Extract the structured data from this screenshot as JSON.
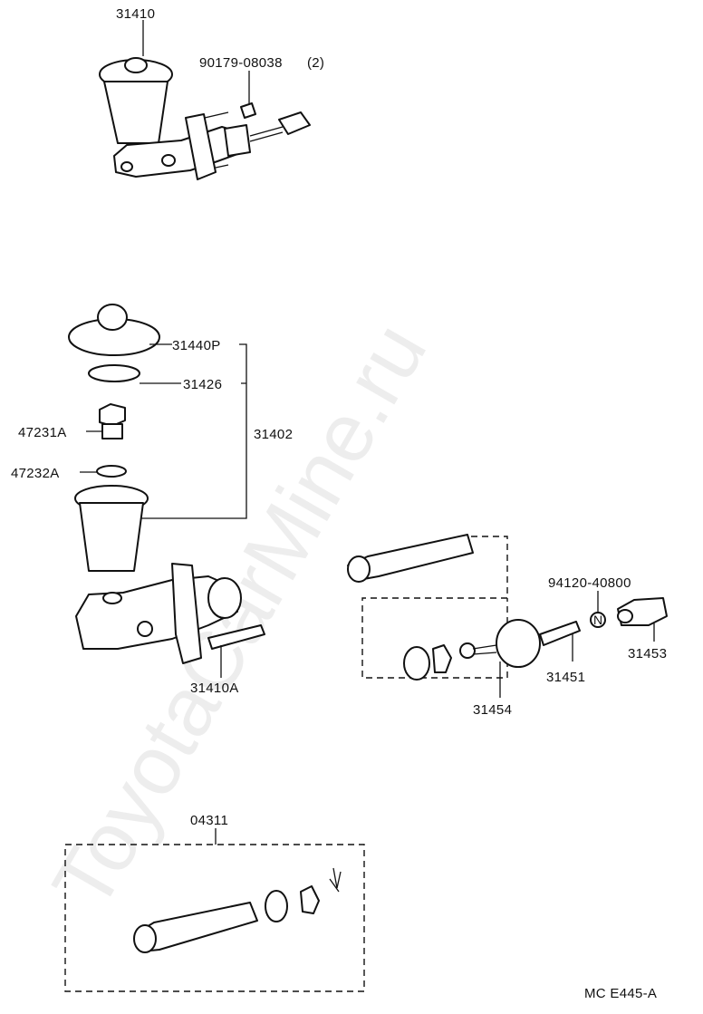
{
  "watermark": "ToyotaCarMine.ru",
  "callouts": {
    "master_cylinder_assy": "31410",
    "nut": "90179-08038",
    "nut_qty": "(2)",
    "reservoir_cap": "31440P",
    "cap_diaphragm": "31426",
    "kit_bracket": "31402",
    "union_bolt": "47231A",
    "gasket": "47232A",
    "stud_bolt": "31410A",
    "push_rod": "31451",
    "clevis": "31453",
    "lock_nut": "94120-40800",
    "nut_symbol": "N",
    "boot": "31454",
    "repair_kit": "04311"
  },
  "diagram_code": "MC E445-A"
}
